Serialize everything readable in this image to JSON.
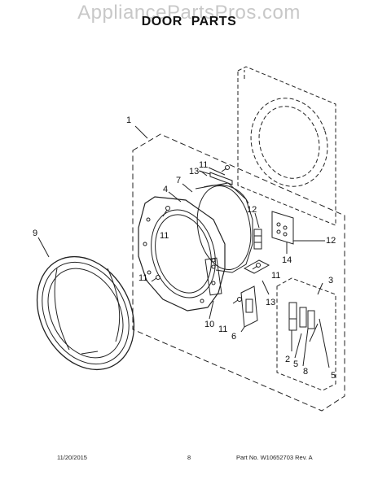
{
  "watermark": "AppliancePartsPros.com",
  "title": "DOOR PARTS",
  "callouts": {
    "c1": "1",
    "c2": "2",
    "c3": "3",
    "c4": "4",
    "c5a": "5",
    "c5b": "5",
    "c6": "6",
    "c7": "7",
    "c8": "8",
    "c9": "9",
    "c10": "10",
    "c11a": "11",
    "c11b": "11",
    "c11c": "11",
    "c11d": "11",
    "c11e": "11",
    "c12a": "12",
    "c12b": "12",
    "c13a": "13",
    "c13b": "13",
    "c14": "14"
  },
  "footer": {
    "date": "11/20/2015",
    "page": "8",
    "part_no": "Part No.  W10652703  Rev.  A"
  }
}
